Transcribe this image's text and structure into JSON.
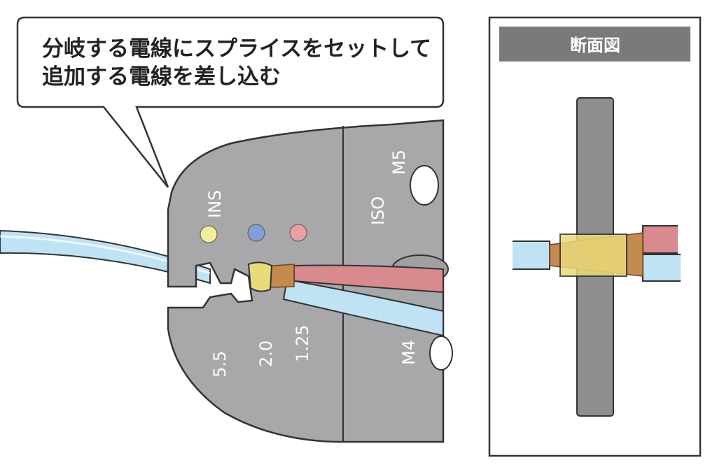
{
  "callout": {
    "line1": "分岐する電線にスプライスをセットして",
    "line2": "追加する電線を差し込む"
  },
  "tool": {
    "ins_label": "INS",
    "iso_label": "ISO",
    "m5_label": "M5",
    "m4_label": "M4",
    "sizes": [
      "5.5",
      "2.0",
      "1.25"
    ],
    "dot_colors": [
      "#f4ee9a",
      "#7f9fd6",
      "#e8a0a0"
    ]
  },
  "cross_section": {
    "title": "断面図"
  },
  "colors": {
    "tool_gray": "#a8a8aa",
    "wire_blue": "#bfe3f5",
    "wire_red": "#d98a8f",
    "header_gray": "#7a7a7a",
    "bar_gray": "#8e8e8e"
  }
}
